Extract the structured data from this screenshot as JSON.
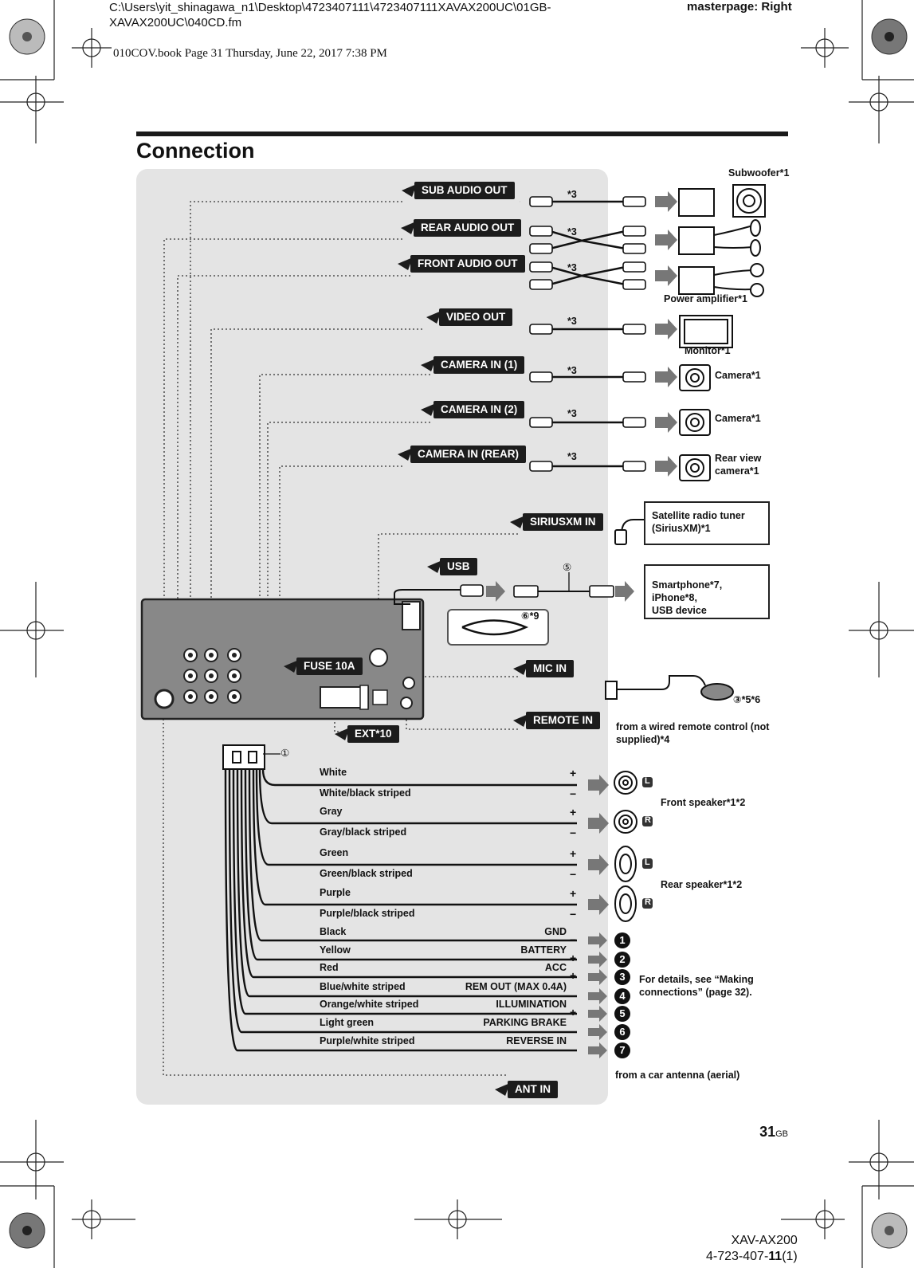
{
  "header": {
    "path": "C:\\Users\\yit_shinagawa_n1\\Desktop\\4723407111\\4723407111XAVAX200UC\\01GB-XAVAX200UC\\040CD.fm",
    "masterpage": "masterpage: Right",
    "book_line": "010COV.book  Page 31  Thursday, June 22, 2017  7:38 PM"
  },
  "title": "Connection",
  "terminals": {
    "sub_audio_out": "SUB AUDIO OUT",
    "rear_audio_out": "REAR AUDIO OUT",
    "front_audio_out": "FRONT AUDIO OUT",
    "video_out": "VIDEO OUT",
    "camera_in_1": "CAMERA IN (1)",
    "camera_in_2": "CAMERA IN (2)",
    "camera_in_rear": "CAMERA IN (REAR)",
    "siriusxm_in": "SIRIUSXM IN",
    "usb": "USB",
    "fuse": "FUSE 10A",
    "mic_in": "MIC IN",
    "remote_in": "REMOTE IN",
    "ext": "EXT*10",
    "ant_in": "ANT IN"
  },
  "cable_note": "*3",
  "devices": {
    "subwoofer": "Subwoofer*1",
    "power_amplifier": "Power amplifier*1",
    "monitor": "Monitor*1",
    "camera_1": "Camera*1",
    "camera_2": "Camera*1",
    "rear_camera_l1": "Rear view",
    "rear_camera_l2": "camera*1",
    "satellite_l1": "Satellite radio tuner",
    "satellite_l2": "(SiriusXM)*1",
    "smartphone_l1": "Smartphone*7, iPhone*8,",
    "smartphone_l2": "USB device",
    "mic_note": "③*5*6",
    "usb_cable_5": "⑤",
    "usb_cable_6": "⑥*9",
    "remote_l1": "from a wired remote control (not",
    "remote_l2": "supplied)*4",
    "front_speaker": "Front speaker*1*2",
    "rear_speaker": "Rear speaker*1*2",
    "details_l1": "For details, see “Making",
    "details_l2": "connections” (page 32).",
    "antenna": "from a car antenna (aerial)",
    "harness_num": "①"
  },
  "speaker_wires": [
    {
      "color": "White",
      "pol": "+"
    },
    {
      "color": "White/black striped",
      "pol": "−"
    },
    {
      "color": "Gray",
      "pol": "+"
    },
    {
      "color": "Gray/black striped",
      "pol": "−"
    },
    {
      "color": "Green",
      "pol": "+"
    },
    {
      "color": "Green/black striped",
      "pol": "−"
    },
    {
      "color": "Purple",
      "pol": "+"
    },
    {
      "color": "Purple/black striped",
      "pol": "−"
    }
  ],
  "power_wires": [
    {
      "color": "Black",
      "function": "GND",
      "pol": "−",
      "num": "1"
    },
    {
      "color": "Yellow",
      "function": "BATTERY",
      "pol": "+",
      "num": "2"
    },
    {
      "color": "Red",
      "function": "ACC",
      "pol": "+",
      "num": "3"
    },
    {
      "color": "Blue/white striped",
      "function": "REM OUT (MAX 0.4A)",
      "pol": "",
      "num": "4"
    },
    {
      "color": "Orange/white striped",
      "function": "ILLUMINATION",
      "pol": "+",
      "num": "5"
    },
    {
      "color": "Light green",
      "function": "PARKING BRAKE",
      "pol": "",
      "num": "6"
    },
    {
      "color": "Purple/white striped",
      "function": "REVERSE IN",
      "pol": "",
      "num": "7"
    }
  ],
  "speaker_side": {
    "L": "L",
    "R": "R"
  },
  "footer": {
    "page_num": "31",
    "page_suffix": "GB",
    "model": "XAV-AX200",
    "code_prefix": "4-723-407-",
    "code_bold": "11",
    "code_suffix": "(1)"
  }
}
